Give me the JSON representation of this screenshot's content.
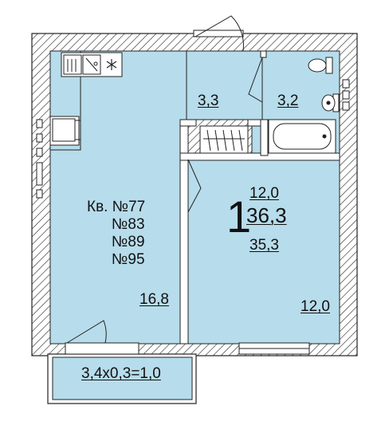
{
  "plan": {
    "apartment_numbers": [
      "Кв. №77",
      "№83",
      "№89",
      "№95"
    ],
    "room_count": "1",
    "areas": {
      "living": "12,0",
      "total": "36,3",
      "total_without_balcony": "35,3"
    },
    "rooms": {
      "main_room": "16,8",
      "bedroom": "12,0",
      "hall": "3,3",
      "bathroom": "3,2",
      "balcony": "3,4x0,3=1,0"
    },
    "colors": {
      "room_fill": "#b7dceb",
      "wall_hatch": "#333333",
      "background": "#ffffff"
    }
  }
}
